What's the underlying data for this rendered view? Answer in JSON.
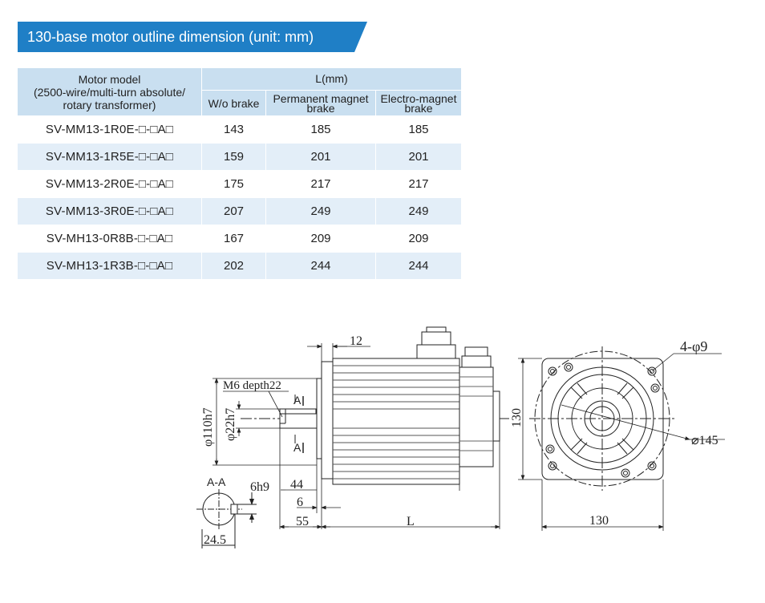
{
  "header": {
    "title": "130-base motor outline dimension (unit: mm)",
    "color": "#1f7fc6"
  },
  "table": {
    "col1_header": "Motor model\n(2500-wire/multi-turn absolute/\nrotary transformer)",
    "group_header": "L(mm)",
    "sub_headers": [
      "W/o brake",
      "Permanent magnet\nbrake",
      "Electro-magnet\nbrake"
    ],
    "rows": [
      {
        "model": "SV-MM13-1R0E-□-□A□",
        "wo": "143",
        "pm": "185",
        "em": "185"
      },
      {
        "model": "SV-MM13-1R5E-□-□A□",
        "wo": "159",
        "pm": "201",
        "em": "201"
      },
      {
        "model": "SV-MM13-2R0E-□-□A□",
        "wo": "175",
        "pm": "217",
        "em": "217"
      },
      {
        "model": "SV-MM13-3R0E-□-□A□",
        "wo": "207",
        "pm": "249",
        "em": "249"
      },
      {
        "model": "SV-MH13-0R8B-□-□A□",
        "wo": "167",
        "pm": "209",
        "em": "209"
      },
      {
        "model": "SV-MH13-1R3B-□-□A□",
        "wo": "202",
        "pm": "244",
        "em": "244"
      }
    ]
  },
  "drawing": {
    "dim_12": "12",
    "thread": "M6 depth22",
    "section_mark": "A",
    "dia_110": "φ110h7",
    "dia_22": "φ22h7",
    "section_label": "A-A",
    "key_width": "6h9",
    "dim_44": "44",
    "dim_6": "6",
    "dim_55": "55",
    "dim_L": "L",
    "dim_245": "24.5",
    "holes": "4-φ9",
    "flange_h": "130",
    "pcd": "⌀145",
    "flange_w": "130"
  }
}
